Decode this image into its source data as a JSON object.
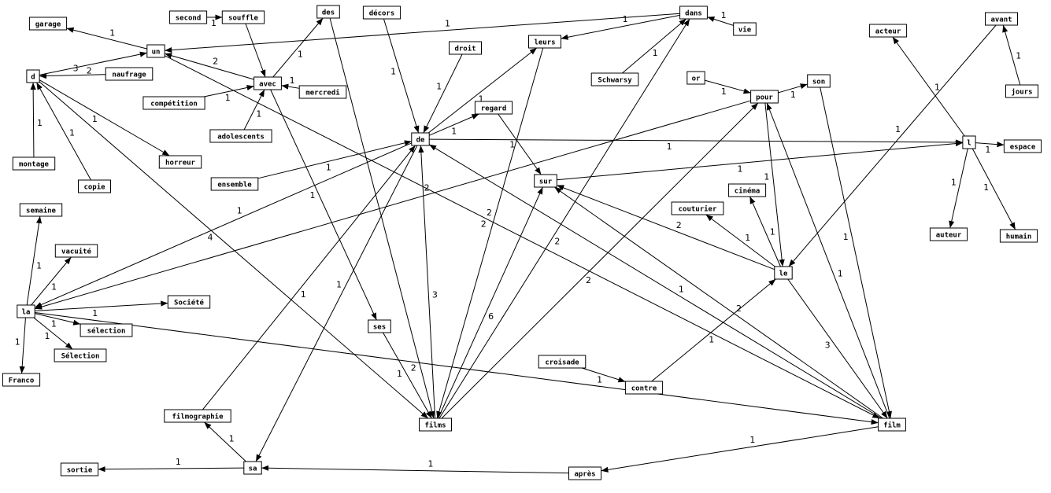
{
  "graph": {
    "nodes": [
      {
        "id": "garage",
        "label": "garage"
      },
      {
        "id": "second",
        "label": "second"
      },
      {
        "id": "souffle",
        "label": "souffle"
      },
      {
        "id": "des",
        "label": "des"
      },
      {
        "id": "decors",
        "label": "décors"
      },
      {
        "id": "dans",
        "label": "dans"
      },
      {
        "id": "vie",
        "label": "vie"
      },
      {
        "id": "acteur",
        "label": "acteur"
      },
      {
        "id": "avant",
        "label": "avant"
      },
      {
        "id": "un",
        "label": "un"
      },
      {
        "id": "leurs",
        "label": "leurs"
      },
      {
        "id": "droit",
        "label": "droit"
      },
      {
        "id": "d",
        "label": "d"
      },
      {
        "id": "naufrage",
        "label": "naufrage"
      },
      {
        "id": "avec",
        "label": "avec"
      },
      {
        "id": "mercredi",
        "label": "mercredi"
      },
      {
        "id": "schwarsy",
        "label": "Schwarsy"
      },
      {
        "id": "or",
        "label": "or"
      },
      {
        "id": "son",
        "label": "son"
      },
      {
        "id": "pour",
        "label": "pour"
      },
      {
        "id": "jours",
        "label": "jours"
      },
      {
        "id": "competition",
        "label": "compétition"
      },
      {
        "id": "regard",
        "label": "regard"
      },
      {
        "id": "adolescents",
        "label": "adolescents"
      },
      {
        "id": "de",
        "label": "de"
      },
      {
        "id": "l",
        "label": "l"
      },
      {
        "id": "espace",
        "label": "espace"
      },
      {
        "id": "montage",
        "label": "montage"
      },
      {
        "id": "horreur",
        "label": "horreur"
      },
      {
        "id": "ensemble",
        "label": "ensemble"
      },
      {
        "id": "sur",
        "label": "sur"
      },
      {
        "id": "copie",
        "label": "copie"
      },
      {
        "id": "cinema",
        "label": "cinéma"
      },
      {
        "id": "semaine",
        "label": "semaine"
      },
      {
        "id": "couturier",
        "label": "couturier"
      },
      {
        "id": "auteur",
        "label": "auteur"
      },
      {
        "id": "humain",
        "label": "humain"
      },
      {
        "id": "vacuite",
        "label": "vacuité"
      },
      {
        "id": "le",
        "label": "le"
      },
      {
        "id": "la",
        "label": "la"
      },
      {
        "id": "societe",
        "label": "Société"
      },
      {
        "id": "selection_l",
        "label": "sélection"
      },
      {
        "id": "selection_u",
        "label": "Sélection"
      },
      {
        "id": "ses",
        "label": "ses"
      },
      {
        "id": "franco",
        "label": "Franco"
      },
      {
        "id": "croisade",
        "label": "croisade"
      },
      {
        "id": "contre",
        "label": "contre"
      },
      {
        "id": "filmographie",
        "label": "filmographie"
      },
      {
        "id": "films",
        "label": "films"
      },
      {
        "id": "film",
        "label": "film"
      },
      {
        "id": "sortie",
        "label": "sortie"
      },
      {
        "id": "sa",
        "label": "sa"
      },
      {
        "id": "apres",
        "label": "après"
      }
    ],
    "edges": [
      {
        "from": "un",
        "to": "garage",
        "label": "1"
      },
      {
        "from": "second",
        "to": "souffle",
        "label": "1"
      },
      {
        "from": "souffle",
        "to": "avec",
        "label": ""
      },
      {
        "from": "avec",
        "to": "des",
        "label": "1"
      },
      {
        "from": "des",
        "to": "films",
        "label": ""
      },
      {
        "from": "decors",
        "to": "de",
        "label": "1"
      },
      {
        "from": "droit",
        "to": "de",
        "label": "1"
      },
      {
        "from": "dans",
        "to": "un",
        "label": "1"
      },
      {
        "from": "dans",
        "to": "leurs",
        "label": "1"
      },
      {
        "from": "vie",
        "to": "dans",
        "label": "1"
      },
      {
        "from": "schwarsy",
        "to": "dans",
        "label": "1"
      },
      {
        "from": "films",
        "to": "dans",
        "label": "2"
      },
      {
        "from": "d",
        "to": "un",
        "label": "2"
      },
      {
        "from": "avec",
        "to": "un",
        "label": "2"
      },
      {
        "from": "un",
        "to": "film",
        "label": "2"
      },
      {
        "from": "naufrage",
        "to": "d",
        "label": "3"
      },
      {
        "from": "montage",
        "to": "d",
        "label": "1"
      },
      {
        "from": "copie",
        "to": "d",
        "label": "1"
      },
      {
        "from": "d",
        "to": "horreur",
        "label": "1"
      },
      {
        "from": "d",
        "to": "films",
        "label": "4"
      },
      {
        "from": "mercredi",
        "to": "avec",
        "label": "1"
      },
      {
        "from": "competition",
        "to": "avec",
        "label": "1"
      },
      {
        "from": "adolescents",
        "to": "avec",
        "label": "1"
      },
      {
        "from": "avec",
        "to": "ses",
        "label": "1"
      },
      {
        "from": "de",
        "to": "leurs",
        "label": "1"
      },
      {
        "from": "de",
        "to": "regard",
        "label": "1"
      },
      {
        "from": "de",
        "to": "l",
        "label": "1"
      },
      {
        "from": "de",
        "to": "la",
        "label": "1"
      },
      {
        "from": "ensemble",
        "to": "de",
        "label": "1"
      },
      {
        "from": "films",
        "to": "de",
        "label": "3"
      },
      {
        "from": "film",
        "to": "de",
        "label": "1"
      },
      {
        "from": "filmographie",
        "to": "de",
        "label": "1"
      },
      {
        "from": "de",
        "to": "sa",
        "label": "1"
      },
      {
        "from": "leurs",
        "to": "films",
        "label": "2"
      },
      {
        "from": "regard",
        "to": "sur",
        "label": "1"
      },
      {
        "from": "sur",
        "to": "l",
        "label": "1"
      },
      {
        "from": "films",
        "to": "sur",
        "label": "6"
      },
      {
        "from": "film",
        "to": "sur",
        "label": "2"
      },
      {
        "from": "le",
        "to": "sur",
        "label": "2"
      },
      {
        "from": "or",
        "to": "pour",
        "label": "1"
      },
      {
        "from": "pour",
        "to": "son",
        "label": "1"
      },
      {
        "from": "pour",
        "to": "la",
        "label": "2"
      },
      {
        "from": "pour",
        "to": "le",
        "label": "1"
      },
      {
        "from": "films",
        "to": "pour",
        "label": "2"
      },
      {
        "from": "film",
        "to": "pour",
        "label": "1"
      },
      {
        "from": "son",
        "to": "film",
        "label": "1"
      },
      {
        "from": "jours",
        "to": "avant",
        "label": "1"
      },
      {
        "from": "avant",
        "to": "le",
        "label": "1"
      },
      {
        "from": "l",
        "to": "acteur",
        "label": "1"
      },
      {
        "from": "l",
        "to": "espace",
        "label": "1"
      },
      {
        "from": "l",
        "to": "auteur",
        "label": "1"
      },
      {
        "from": "l",
        "to": "humain",
        "label": "1"
      },
      {
        "from": "le",
        "to": "cinema",
        "label": "1"
      },
      {
        "from": "le",
        "to": "couturier",
        "label": "1"
      },
      {
        "from": "le",
        "to": "film",
        "label": "3"
      },
      {
        "from": "la",
        "to": "semaine",
        "label": "1"
      },
      {
        "from": "la",
        "to": "vacuite",
        "label": "1"
      },
      {
        "from": "la",
        "to": "societe",
        "label": "1"
      },
      {
        "from": "la",
        "to": "selection_l",
        "label": "1"
      },
      {
        "from": "la",
        "to": "selection_u",
        "label": "1"
      },
      {
        "from": "la",
        "to": "franco",
        "label": "1"
      },
      {
        "from": "la",
        "to": "film",
        "label": "2"
      },
      {
        "from": "ses",
        "to": "films",
        "label": "1"
      },
      {
        "from": "croisade",
        "to": "contre",
        "label": "1"
      },
      {
        "from": "contre",
        "to": "le",
        "label": "1"
      },
      {
        "from": "sa",
        "to": "filmographie",
        "label": "1"
      },
      {
        "from": "sa",
        "to": "sortie",
        "label": "1"
      },
      {
        "from": "apres",
        "to": "sa",
        "label": "1"
      },
      {
        "from": "film",
        "to": "apres",
        "label": "1"
      }
    ]
  }
}
